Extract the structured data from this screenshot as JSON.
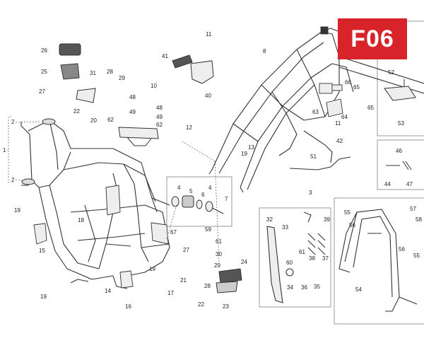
{
  "diagram": {
    "code": "F06",
    "accent_color": "#d8232a",
    "callouts": [
      {
        "id": "c1",
        "label": "1"
      },
      {
        "id": "c2a",
        "label": "2"
      },
      {
        "id": "c2b",
        "label": "2"
      },
      {
        "id": "c3",
        "label": "3"
      },
      {
        "id": "c4a",
        "label": "4"
      },
      {
        "id": "c4b",
        "label": "4"
      },
      {
        "id": "c5",
        "label": "5"
      },
      {
        "id": "c6",
        "label": "6"
      },
      {
        "id": "c7",
        "label": "7"
      },
      {
        "id": "c8",
        "label": "8"
      },
      {
        "id": "c10",
        "label": "10"
      },
      {
        "id": "c11a",
        "label": "11"
      },
      {
        "id": "c11b",
        "label": "11"
      },
      {
        "id": "c12",
        "label": "12"
      },
      {
        "id": "c13",
        "label": "13"
      },
      {
        "id": "c14",
        "label": "14"
      },
      {
        "id": "c15",
        "label": "15"
      },
      {
        "id": "c16",
        "label": "16"
      },
      {
        "id": "c17",
        "label": "17"
      },
      {
        "id": "c18",
        "label": "18"
      },
      {
        "id": "c19a",
        "label": "19"
      },
      {
        "id": "c19b",
        "label": "19"
      },
      {
        "id": "c19c",
        "label": "19"
      },
      {
        "id": "c19d",
        "label": "19"
      },
      {
        "id": "c20",
        "label": "20"
      },
      {
        "id": "c21",
        "label": "21"
      },
      {
        "id": "c22a",
        "label": "22"
      },
      {
        "id": "c22b",
        "label": "22"
      },
      {
        "id": "c23",
        "label": "23"
      },
      {
        "id": "c24",
        "label": "24"
      },
      {
        "id": "c25",
        "label": "25"
      },
      {
        "id": "c26",
        "label": "26"
      },
      {
        "id": "c27a",
        "label": "27"
      },
      {
        "id": "c27b",
        "label": "27"
      },
      {
        "id": "c28a",
        "label": "28"
      },
      {
        "id": "c28b",
        "label": "28"
      },
      {
        "id": "c29a",
        "label": "29"
      },
      {
        "id": "c29b",
        "label": "29"
      },
      {
        "id": "c30",
        "label": "30"
      },
      {
        "id": "c31",
        "label": "31"
      },
      {
        "id": "c32",
        "label": "32"
      },
      {
        "id": "c33",
        "label": "33"
      },
      {
        "id": "c34",
        "label": "34"
      },
      {
        "id": "c35",
        "label": "35"
      },
      {
        "id": "c36",
        "label": "36"
      },
      {
        "id": "c37",
        "label": "37"
      },
      {
        "id": "c38",
        "label": "38"
      },
      {
        "id": "c39",
        "label": "39"
      },
      {
        "id": "c40",
        "label": "40"
      },
      {
        "id": "c41",
        "label": "41"
      },
      {
        "id": "c42",
        "label": "42"
      },
      {
        "id": "c44",
        "label": "44"
      },
      {
        "id": "c46",
        "label": "46"
      },
      {
        "id": "c47",
        "label": "47"
      },
      {
        "id": "c48a",
        "label": "48"
      },
      {
        "id": "c48b",
        "label": "48"
      },
      {
        "id": "c49a",
        "label": "49"
      },
      {
        "id": "c49b",
        "label": "49"
      },
      {
        "id": "c51",
        "label": "51"
      },
      {
        "id": "c52",
        "label": "52"
      },
      {
        "id": "c53",
        "label": "53"
      },
      {
        "id": "c54",
        "label": "54"
      },
      {
        "id": "c55a",
        "label": "55"
      },
      {
        "id": "c55b",
        "label": "55"
      },
      {
        "id": "c56a",
        "label": "56"
      },
      {
        "id": "c56b",
        "label": "56"
      },
      {
        "id": "c57",
        "label": "57"
      },
      {
        "id": "c58",
        "label": "58"
      },
      {
        "id": "c59",
        "label": "59"
      },
      {
        "id": "c60",
        "label": "60"
      },
      {
        "id": "c61a",
        "label": "61"
      },
      {
        "id": "c61b",
        "label": "61"
      },
      {
        "id": "c62a",
        "label": "62"
      },
      {
        "id": "c62b",
        "label": "62"
      },
      {
        "id": "c63",
        "label": "63"
      },
      {
        "id": "c64",
        "label": "64"
      },
      {
        "id": "c65a",
        "label": "65"
      },
      {
        "id": "c65b",
        "label": "65"
      },
      {
        "id": "c66",
        "label": "66"
      },
      {
        "id": "c67",
        "label": "67"
      }
    ]
  }
}
